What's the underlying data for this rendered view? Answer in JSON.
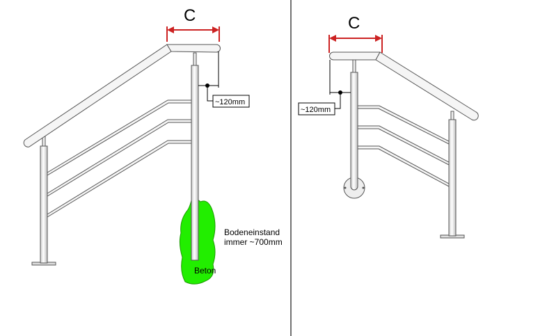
{
  "left_panel": {
    "dimension_label": "C",
    "offset_label": "~120mm",
    "clearance_label_line1": "Bodeneinstand",
    "clearance_label_line2": "immer ~700mm",
    "concrete_label": "Beton"
  },
  "right_panel": {
    "dimension_label": "C",
    "offset_label": "~120mm"
  },
  "colors": {
    "dimension_red": "#cc2222",
    "concrete_green": "#22ee00",
    "steel": "#ffffff",
    "outline": "#555555",
    "divider": "#444444"
  }
}
